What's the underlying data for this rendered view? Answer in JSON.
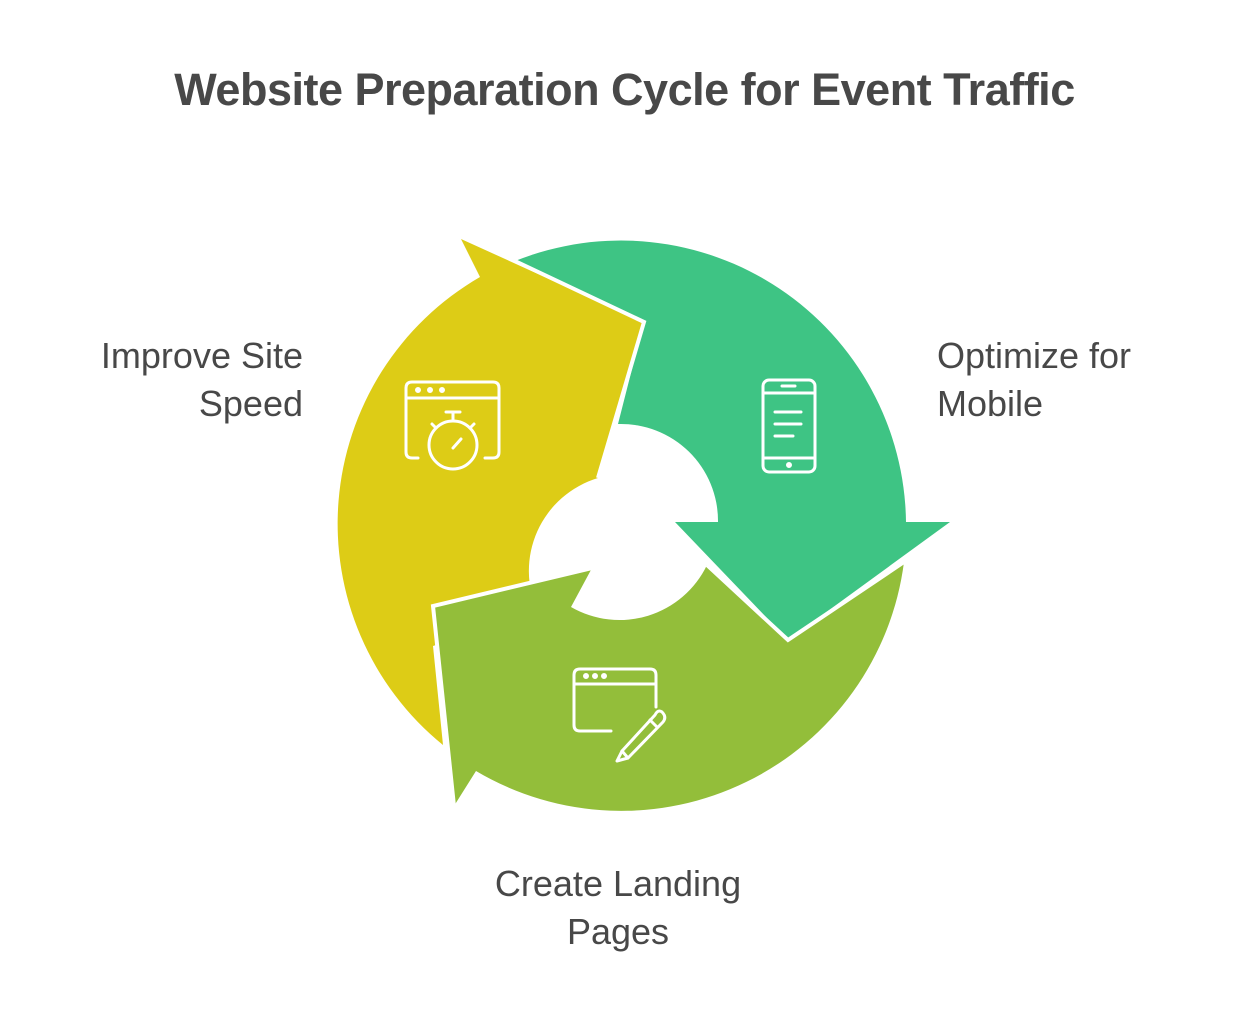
{
  "title": "Website Preparation Cycle for Event Traffic",
  "steps": [
    {
      "label_line1": "Improve Site",
      "label_line2": "Speed",
      "icon": "browser-stopwatch-icon",
      "color": "#DDCC16"
    },
    {
      "label_line1": "Optimize for",
      "label_line2": "Mobile",
      "icon": "smartphone-icon",
      "color": "#3EC484"
    },
    {
      "label_line1": "Create Landing",
      "label_line2": "Pages",
      "icon": "browser-pencil-icon",
      "color": "#93BE3A"
    }
  ],
  "colors": {
    "text": "#484848",
    "background": "#FFFFFF",
    "divider": "#FFFFFF"
  }
}
